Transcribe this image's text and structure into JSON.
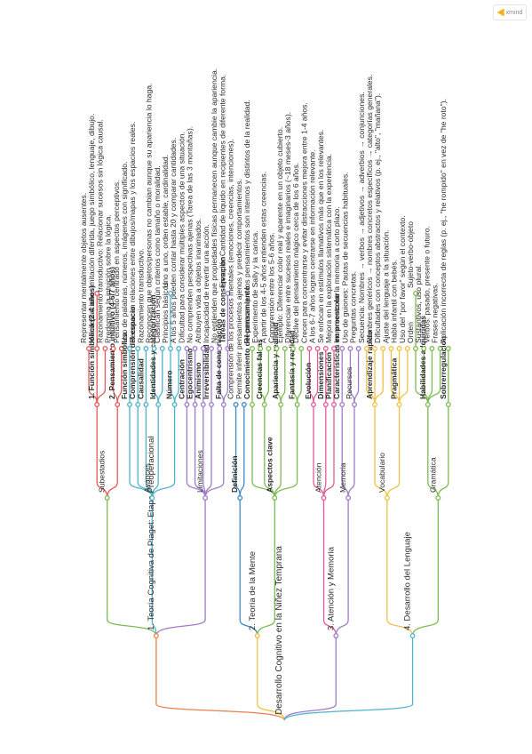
{
  "app": {
    "brand_text": "xmind",
    "brand_icon": "xmind-logo-icon",
    "accent": "#f2b21a"
  },
  "mindmap": {
    "root": "Desarrollo Cognitivo en la Niñez Temprana",
    "branches": [
      {
        "label": "1. Teoría Cognitiva de Piaget: Etapa Preoperacional",
        "color": "#e8824a",
        "children": [
          {
            "label": "Subestadios",
            "color": "#7dbb52",
            "children": [
              {
                "label": "1. Función simbólica (2-4 años)",
                "bold": true,
                "color": "#e25a5a",
                "children": [
                  {
                    "label": "Representar mentalmente objetos ausentes."
                  },
                  {
                    "label": "Manifestaciones",
                    "children": [
                      {
                        "label": "Imitación diferida, juego simbólico, lenguaje, dibujo."
                      }
                    ]
                  },
                  {
                    "label": "Razonamiento transductivo: Relacionar sucesos sin lógica causal."
                  }
                ]
              },
              {
                "label": "2. Pensamiento intuitivo (4-6/7 años)",
                "bold": true,
                "color": "#e25a5a",
                "children": [
                  {
                    "label": "Predomina la intuición sobre la lógica."
                  },
                  {
                    "label": "Pensamiento centrado en aspectos perceptivos."
                  }
                ]
              }
            ]
          },
          {
            "label": "Avances",
            "color": "#4fb3c8",
            "children": [
              {
                "label": "Función simbólica",
                "bold": true,
                "children": [
                  {
                    "label": "Uso de palabras, números, imágenes con significado."
                  }
                ]
              },
              {
                "label": "Comprensión del espacio",
                "bold": true,
                "children": [
                  {
                    "label": "Reconocen relaciones entre dibujos/mapas y los espacios reales."
                  }
                ]
              },
              {
                "label": "Causalidad",
                "bold": true,
                "children": [
                  {
                    "label": "Razonamiento transductivo."
                  }
                ]
              },
              {
                "label": "Identidades y categorización",
                "bold": true,
                "children": [
                  {
                    "label": "Reconocen que objetos/personas no cambian aunque su apariencia lo haga."
                  },
                  {
                    "label": "Clasifican según criterios como tamaño o moralidad."
                  }
                ]
              },
              {
                "label": "Número",
                "bold": true,
                "children": [
                  {
                    "label": "Principios básicos",
                    "children": [
                      {
                        "label": "Uno a uno, orden estable, cardinalidad."
                      }
                    ]
                  },
                  {
                    "label": "A los 5 años pueden contar hasta 20 y comparar cantidades."
                  }
                ]
              }
            ]
          },
          {
            "label": "Limitaciones",
            "color": "#a07cc8",
            "children": [
              {
                "label": "Centración",
                "bold": true,
                "children": [
                  {
                    "label": "Dificultad para considerar múltiples aspectos de una situación."
                  }
                ]
              },
              {
                "label": "Egocentrismo",
                "bold": true,
                "children": [
                  {
                    "label": "No comprenden perspectivas ajenas (Tarea de las 3 montañas)."
                  }
                ]
              },
              {
                "label": "Animismo",
                "bold": true,
                "children": [
                  {
                    "label": "Atribuyen vida a objetos inanimados."
                  }
                ]
              },
              {
                "label": "Irreversibilidad",
                "bold": true,
                "children": [
                  {
                    "label": "Incapacidad de revertir una acción."
                  }
                ]
              },
              {
                "label": "Falta de conservación",
                "bold": true,
                "children": [
                  {
                    "label": "No entienden que propiedades físicas permanecen aunque cambie la apariencia."
                  },
                  {
                    "label": "Tareas de conservación",
                    "bold": true,
                    "children": [
                      {
                        "label": "Ejemplo: Cantidad de líquido en recipientes de diferente forma."
                      }
                    ]
                  }
                ]
              }
            ]
          }
        ]
      },
      {
        "label": "2. Teoría de la Mente",
        "color": "#f0c242",
        "children": [
          {
            "label": "Definición",
            "bold": true,
            "color": "#3c8ac8",
            "children": [
              {
                "label": "Comprensión de los procesos mentales (emociones, creencias, intenciones)."
              },
              {
                "label": "Permite inferir pensamientos ajenos y predecir comportamientos."
              }
            ]
          },
          {
            "label": "Aspectos clave",
            "bold": true,
            "color": "#7dbb52",
            "children": [
              {
                "label": "Conocimiento del pensamiento",
                "bold": true,
                "children": [
                  {
                    "label": "Reconocer que los pensamientos son internos y distintos de la realidad."
                  }
                ]
              },
              {
                "label": "Creencias falsas",
                "bold": true,
                "children": [
                  {
                    "label": "Experimento de Sally y la canica."
                  },
                  {
                    "label": "A partir de los 4-5 años entienden estas creencias."
                  }
                ]
              },
              {
                "label": "Apariencia y realidad",
                "bold": true,
                "children": [
                  {
                    "label": "Comprensión entre los 5-6 años."
                  },
                  {
                    "label": "Ejemplo: Diferenciar color real y aparente en un objeto cubierto."
                  }
                ]
              },
              {
                "label": "Fantasía y realidad",
                "bold": true,
                "children": [
                  {
                    "label": "Diferencian entre sucesos reales e imaginarios (~18 meses-3 años)."
                  },
                  {
                    "label": "Declive del pensamiento mágico cerca de los 6 años."
                  }
                ]
              }
            ]
          }
        ]
      },
      {
        "label": "3. Atención y Memoria",
        "color": "#a07cc8",
        "children": [
          {
            "label": "Atención",
            "color": "#e25a9a",
            "children": [
              {
                "label": "Evolución",
                "bold": true,
                "children": [
                  {
                    "label": "Crecen para concentrarse y evitar distracciones mejora entre 1-4 años."
                  },
                  {
                    "label": "A los 6-7 años logran centrarse en información relevante."
                  }
                ]
              },
              {
                "label": "Dimensiones",
                "bold": true,
                "children": [
                  {
                    "label": "Se enfocan en estímulos llamativos más que en los relevantes."
                  }
                ]
              },
              {
                "label": "Planificación",
                "bold": true,
                "children": [
                  {
                    "label": "Mejora en la exploración sistemática con la experiencia."
                  }
                ]
              }
            ]
          },
          {
            "label": "Memoria",
            "color": "#a07cc8",
            "children": [
              {
                "label": "Características en preescolar",
                "bold": true,
                "children": [
                  {
                    "label": "Incremento en la memoria a corto plazo."
                  }
                ]
              },
              {
                "label": "Recursos",
                "children": [
                  {
                    "label": "Uso de guiones: Pautas de secuencias habituales."
                  },
                  {
                    "label": "Preguntas concretas."
                  }
                ]
              }
            ]
          }
        ]
      },
      {
        "label": "4. Desarrollo del Lenguaje",
        "color": "#4fb3c8",
        "children": [
          {
            "label": "Vocabulario",
            "color": "#f0c242",
            "children": [
              {
                "label": "Aprendizaje rápido",
                "bold": true,
                "children": [
                  {
                    "label": "Secuencia: Nombres → verbos → adjetivos → adverbios → conjunciones."
                  },
                  {
                    "label": "Nombres genéricos → nombres concretos específicos → categorías generales."
                  },
                  {
                    "label": "Dificultades con conceptos abstractos y relativos (p. ej., \"alto\", \"mañana\")."
                  }
                ]
              },
              {
                "label": "Pragmática",
                "bold": true,
                "children": [
                  {
                    "label": "Ajuste del lenguaje a la situación."
                  },
                  {
                    "label": "Habla infantil con bebés."
                  },
                  {
                    "label": "Uso del \"por favor\" según el contexto."
                  }
                ]
              }
            ]
          },
          {
            "label": "Gramática",
            "color": "#7dbb52",
            "children": [
              {
                "label": "Habilidades adquiridas",
                "bold": true,
                "children": [
                  {
                    "label": "Orden",
                    "children": [
                      {
                        "label": "Sujeto-verbo-objeto"
                      }
                    ]
                  },
                  {
                    "label": "Sustantivos, uso plural."
                  },
                  {
                    "label": "Verbos: pasado, presente o futuro."
                  },
                  {
                    "label": "Frases negativas."
                  }
                ]
              },
              {
                "label": "Sobrerregulación",
                "bold": true,
                "children": [
                  {
                    "label": "Aplicación incorrecta de reglas (p. ej., \"he rompido\" en vez de \"he roto\")."
                  }
                ]
              }
            ]
          }
        ]
      }
    ]
  }
}
